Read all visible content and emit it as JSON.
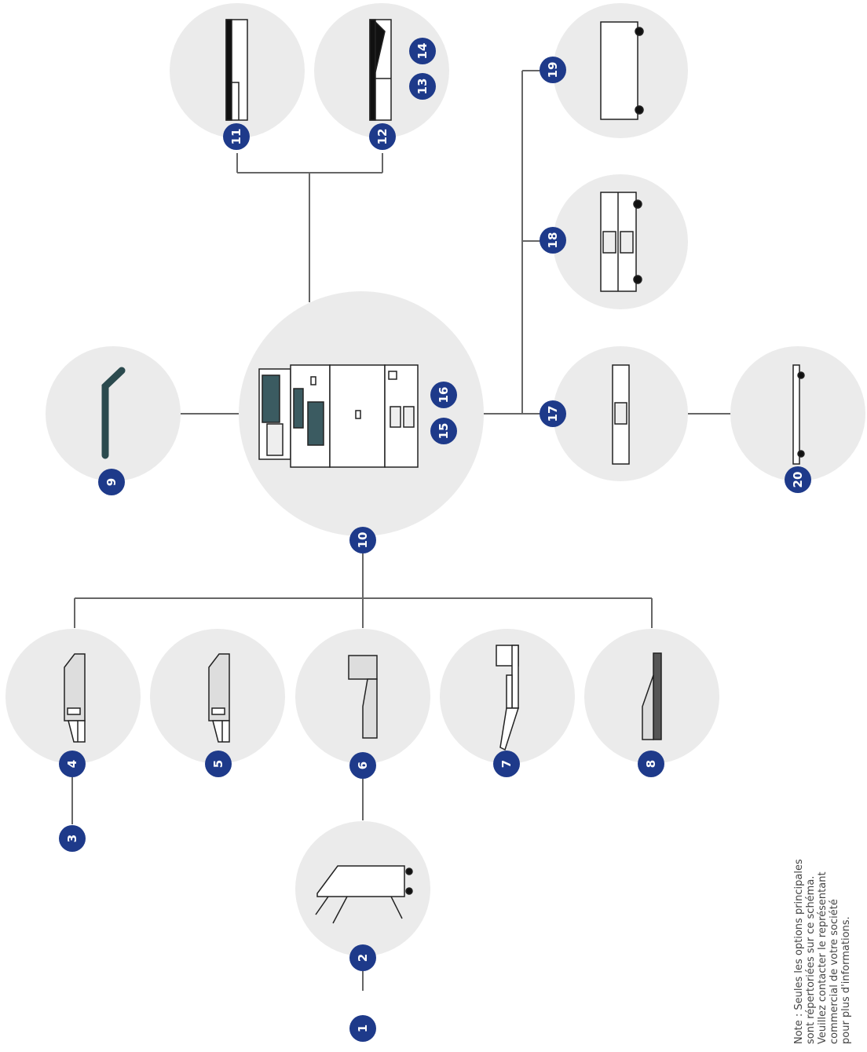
{
  "colors": {
    "badge": "#1e3a8a",
    "badge_text": "#ffffff",
    "circle": "#ebebeb",
    "line": "#666666",
    "dark": "#2b4a4e"
  },
  "badges": {
    "b1": "1",
    "b2": "2",
    "b3": "3",
    "b4": "4",
    "b5": "5",
    "b6": "6",
    "b7": "7",
    "b8": "8",
    "b9": "9",
    "b10": "10",
    "b11": "11",
    "b12": "12",
    "b13": "13",
    "b14": "14",
    "b15": "15",
    "b16": "16",
    "b17": "17",
    "b18": "18",
    "b19": "19",
    "b20": "20"
  },
  "note": {
    "line1": "Note : Seules les options principales",
    "line2": "sont répertoriées sur ce schéma.",
    "line3": "Veuillez contacter le représentant",
    "line4": "commercial de votre société",
    "line5": "pour plus d'informations."
  }
}
